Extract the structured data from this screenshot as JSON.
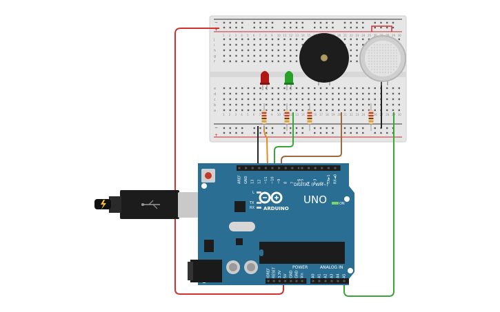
{
  "colors": {
    "breadboard": "#e9e9e9",
    "arduino": "#2a6f93",
    "wire_red": "#d32f2f",
    "wire_black": "#222222",
    "wire_green": "#3aa537",
    "wire_orange": "#e08a1e",
    "wire_brown": "#a0673a",
    "led_red": "#b01818",
    "led_green": "#27a127"
  },
  "arduino": {
    "brand": "ARDUINO",
    "model": "UNO",
    "digital_label": "DIGITAL (PWM~)",
    "power_label": "POWER",
    "analog_label": "ANALOG IN",
    "on_label": "ON",
    "l_label": "L",
    "tx_label": "TX",
    "rx_label": "RX",
    "digital_pins": [
      "AREF",
      "GND",
      "13",
      "12",
      "~11",
      "~10",
      "~9",
      "8",
      "7",
      "~6",
      "~5",
      "4",
      "~3",
      "2",
      "TX►1",
      "RX◄0"
    ],
    "power_pins": [
      "IOREF",
      "RESET",
      "3.3V",
      "5V",
      "GND",
      "GND",
      "Vin"
    ],
    "analog_pins": [
      "A0",
      "A1",
      "A2",
      "A3",
      "A4",
      "A5"
    ]
  },
  "breadboard": {
    "rail_plus": "+",
    "rail_minus": "−",
    "row_letters_top": [
      "j",
      "i",
      "h",
      "g",
      "f"
    ],
    "row_letters_bottom": [
      "e",
      "d",
      "c",
      "b",
      "a"
    ],
    "columns": [
      "1",
      "2",
      "3",
      "4",
      "5",
      "6",
      "7",
      "8",
      "9",
      "10",
      "11",
      "12",
      "13",
      "14",
      "15",
      "16",
      "17",
      "18",
      "19",
      "20",
      "21",
      "22",
      "23",
      "24",
      "25",
      "26",
      "27",
      "28",
      "29",
      "30"
    ]
  },
  "components": {
    "led_red": "red-led",
    "led_green": "green-led",
    "buzzer": "piezo-buzzer",
    "gas_sensor": "gas-sensor",
    "usb_plug": "usb-cable"
  }
}
